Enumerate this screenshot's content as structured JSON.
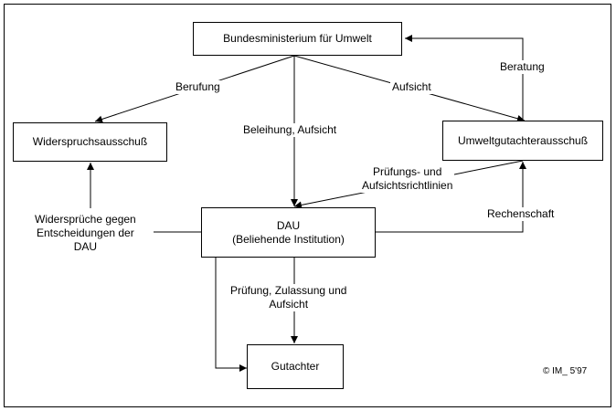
{
  "diagram": {
    "nodes": {
      "ministry": "Bundesministerium für Umwelt",
      "widerspruch": "Widerspruchsausschuß",
      "umweltgutachter": "Umweltgutachterausschuß",
      "dau_line1": "DAU",
      "dau_line2": "(Beliehende Institution)",
      "gutachter": "Gutachter"
    },
    "edges": {
      "berufung": "Berufung",
      "beleihung": "Beleihung, Aufsicht",
      "aufsicht": "Aufsicht",
      "beratung": "Beratung",
      "pruefungsrichtlinien_line1": "Prüfungs- und",
      "pruefungsrichtlinien_line2": "Aufsichtsrichtlinien",
      "rechenschaft": "Rechenschaft",
      "widersprueche_line1": "Widersprüche gegen",
      "widersprueche_line2": "Entscheidungen der",
      "widersprueche_line3": "DAU",
      "pruefung_line1": "Prüfung, Zulassung und",
      "pruefung_line2": "Aufsicht"
    },
    "copyright": "© ІМ_ 5'97"
  }
}
